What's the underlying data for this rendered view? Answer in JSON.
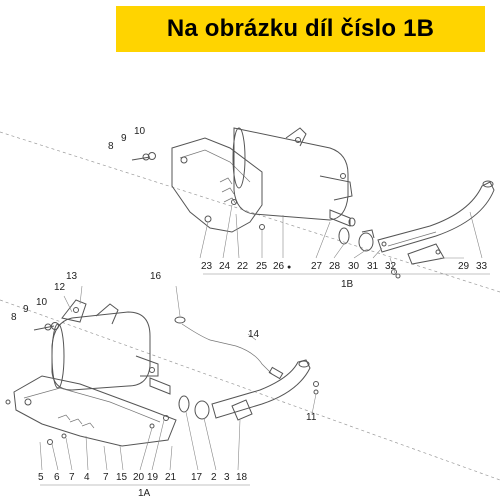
{
  "banner": {
    "text": "Na obrázku díl číslo 1B"
  },
  "colors": {
    "banner_bg": "#ffd400",
    "line": "#555555",
    "text": "#222222"
  },
  "group_labels": {
    "upper": "1B",
    "lower": "1A"
  },
  "upper_callouts": [
    "8",
    "9",
    "10",
    "23",
    "24",
    "22",
    "25",
    "26",
    "27",
    "28",
    "30",
    "31",
    "32",
    "29",
    "33"
  ],
  "upper_marker": "●",
  "lower_callouts": [
    "13",
    "12",
    "8",
    "9",
    "10",
    "16",
    "14",
    "11",
    "5",
    "6",
    "7",
    "4",
    "7",
    "15",
    "20",
    "19",
    "21",
    "17",
    "2",
    "3",
    "18"
  ]
}
